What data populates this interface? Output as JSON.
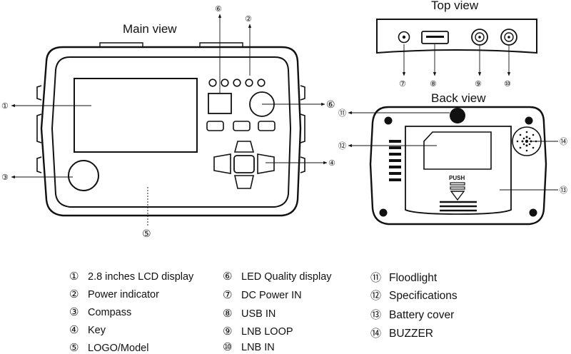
{
  "titles": {
    "main": "Main view",
    "top": "Top view",
    "back": "Back view"
  },
  "callouts": {
    "1": "①",
    "2": "②",
    "3": "③",
    "4": "④",
    "5": "⑤",
    "6": "⑥",
    "7": "⑦",
    "8": "⑧",
    "9": "⑨",
    "10": "⑩",
    "11": "⑪",
    "12": "⑫",
    "13": "⑬",
    "14": "⑭"
  },
  "push_label": "PUSH",
  "legend": [
    {
      "num": "①",
      "text": "2.8 inches LCD display"
    },
    {
      "num": "②",
      "text": "Power indicator"
    },
    {
      "num": "③",
      "text": "Compass"
    },
    {
      "num": "④",
      "text": "Key"
    },
    {
      "num": "⑤",
      "text": "LOGO/Model"
    },
    {
      "num": "⑥",
      "text": "LED Quality display"
    },
    {
      "num": "⑦",
      "text": "DC Power IN"
    },
    {
      "num": "⑧",
      "text": "USB IN"
    },
    {
      "num": "⑨",
      "text": "LNB LOOP"
    },
    {
      "num": "⑩",
      "text": "LNB IN"
    },
    {
      "num": "⑪",
      "text": "Floodlight"
    },
    {
      "num": "⑫",
      "text": "Specifications"
    },
    {
      "num": "⑬",
      "text": "Battery cover"
    },
    {
      "num": "⑭",
      "text": "BUZZER"
    }
  ]
}
